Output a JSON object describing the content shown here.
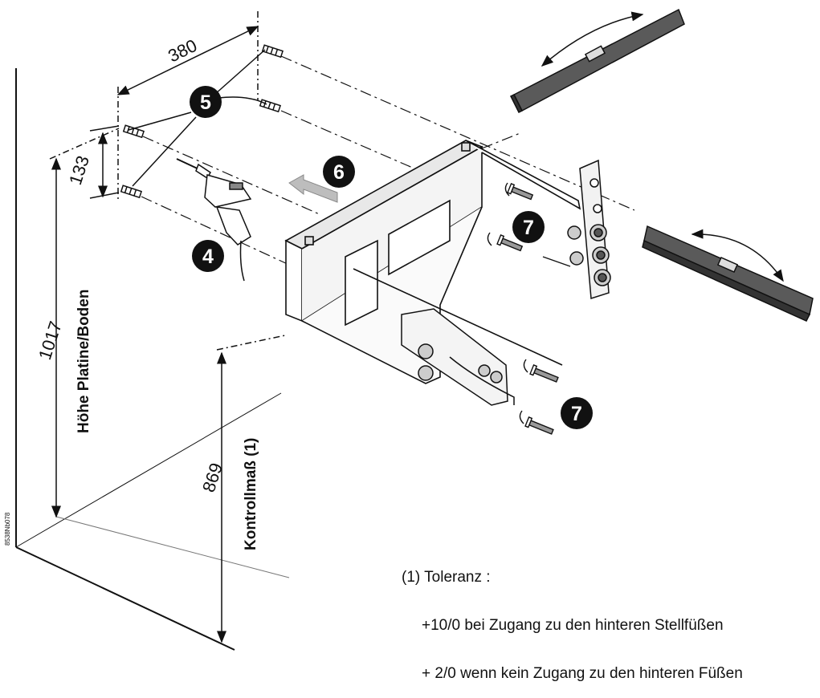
{
  "dimensions": {
    "width_hole_spacing": "380",
    "height_hole_spacing": "133",
    "height_plate_floor": "1017",
    "control_height": "869"
  },
  "labels": {
    "height_plate_floor": "Höhe Platine/Boden",
    "control_measure": "Kontrollmaß (1)"
  },
  "callouts": {
    "drill": "4",
    "screws_wall": "5",
    "push_direction": "6",
    "fix_screws_upper": "7",
    "fix_screws_lower": "7"
  },
  "note": {
    "title": "(1) Toleranz :",
    "line1": "+10/0 bei Zugang zu den hinteren Stellfüßen",
    "line2": "+ 2/0 wenn kein Zugang zu den hinteren Füßen"
  },
  "drawing_code": "8538Nb078",
  "colors": {
    "line": "#111111",
    "level_body": "#555555",
    "arrow_fill": "#bdbdbd"
  }
}
